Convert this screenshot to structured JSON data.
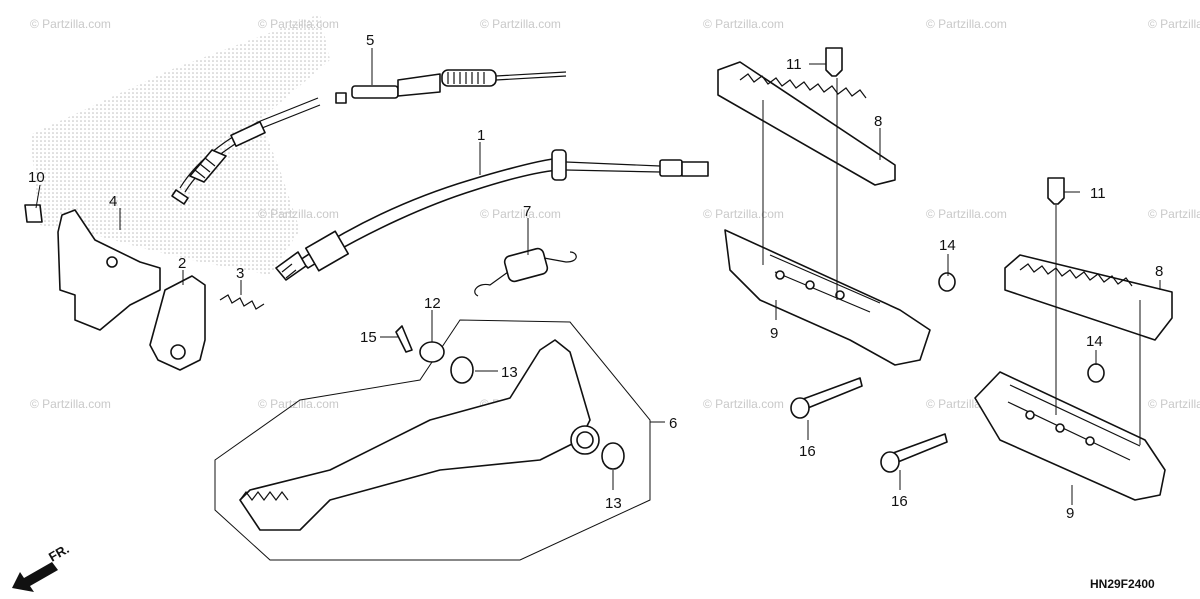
{
  "diagram": {
    "code": "HN29F2400",
    "direction_label": "FR.",
    "watermark": "© Partzilla.com",
    "colors": {
      "line": "#111111",
      "watermark": "#c9c9c9",
      "shade": "#bdbdbd"
    },
    "callouts": {
      "c1": "1",
      "c2": "2",
      "c3": "3",
      "c4": "4",
      "c5": "5",
      "c6": "6",
      "c7": "7",
      "c8a": "8",
      "c8b": "8",
      "c9a": "9",
      "c9b": "9",
      "c10": "10",
      "c11a": "11",
      "c11b": "11",
      "c12": "12",
      "c13a": "13",
      "c13b": "13",
      "c14a": "14",
      "c14b": "14",
      "c15": "15",
      "c16a": "16",
      "c16b": "16"
    }
  }
}
